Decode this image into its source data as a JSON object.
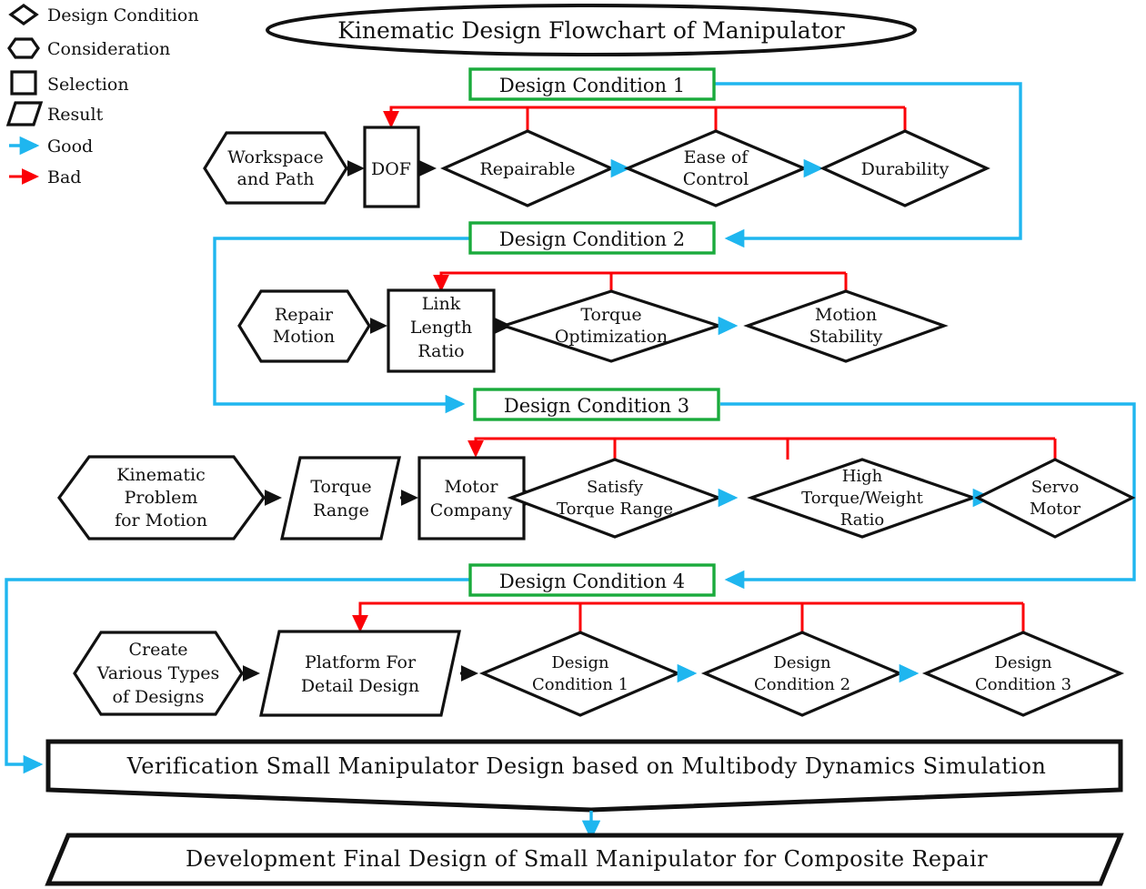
{
  "title": "Kinematic Design Flowchart of Manipulator",
  "legend": {
    "items": [
      {
        "shape": "diamond",
        "label": "Design Condition"
      },
      {
        "shape": "hexagon",
        "label": "Consideration"
      },
      {
        "shape": "rectangle",
        "label": "Selection"
      },
      {
        "shape": "parallelogram",
        "label": "Result"
      },
      {
        "shape": "blue-arrow",
        "label": "Good"
      },
      {
        "shape": "red-arrow",
        "label": "Bad"
      }
    ]
  },
  "colors": {
    "good": "#1fb6ef",
    "bad": "#fb0007",
    "condition_border": "#1aaa3c",
    "outline": "#111111",
    "background": "#ffffff"
  },
  "conditions": [
    {
      "label": "Design Condition 1"
    },
    {
      "label": "Design Condition 2"
    },
    {
      "label": "Design Condition 3"
    },
    {
      "label": "Design Condition 4"
    }
  ],
  "rows": [
    {
      "consideration": [
        "Workspace",
        "and Path"
      ],
      "selection": [
        "DOF"
      ],
      "result": null,
      "diamonds": [
        {
          "lines": [
            "Repairable"
          ]
        },
        {
          "lines": [
            "Ease of",
            "Control"
          ]
        },
        {
          "lines": [
            "Durability"
          ]
        }
      ]
    },
    {
      "consideration": [
        "Repair",
        "Motion"
      ],
      "selection": [
        "Link",
        "Length",
        "Ratio"
      ],
      "result": null,
      "diamonds": [
        {
          "lines": [
            "Torque",
            "Optimization"
          ]
        },
        {
          "lines": [
            "Motion",
            "Stability"
          ]
        }
      ]
    },
    {
      "consideration": [
        "Kinematic",
        "Problem",
        "for Motion"
      ],
      "selection": [
        "Motor",
        "Company"
      ],
      "result": [
        "Torque",
        "Range"
      ],
      "diamonds": [
        {
          "lines": [
            "Satisfy",
            "Torque Range"
          ]
        },
        {
          "lines": [
            "High",
            "Torque/Weight",
            "Ratio"
          ]
        },
        {
          "lines": [
            "Servo",
            "Motor"
          ]
        }
      ]
    },
    {
      "consideration": [
        "Create",
        "Various Types",
        "of Designs"
      ],
      "selection": null,
      "result": [
        "Platform For",
        "Detail Design"
      ],
      "diamonds": [
        {
          "lines": [
            "Design",
            "Condition 1"
          ]
        },
        {
          "lines": [
            "Design",
            "Condition 2"
          ]
        },
        {
          "lines": [
            "Design",
            "Condition 3"
          ]
        }
      ]
    }
  ],
  "bottom": {
    "verification": "Verification Small Manipulator Design based on Multibody Dynamics Simulation",
    "development": "Development Final Design of Small Manipulator for Composite Repair"
  }
}
